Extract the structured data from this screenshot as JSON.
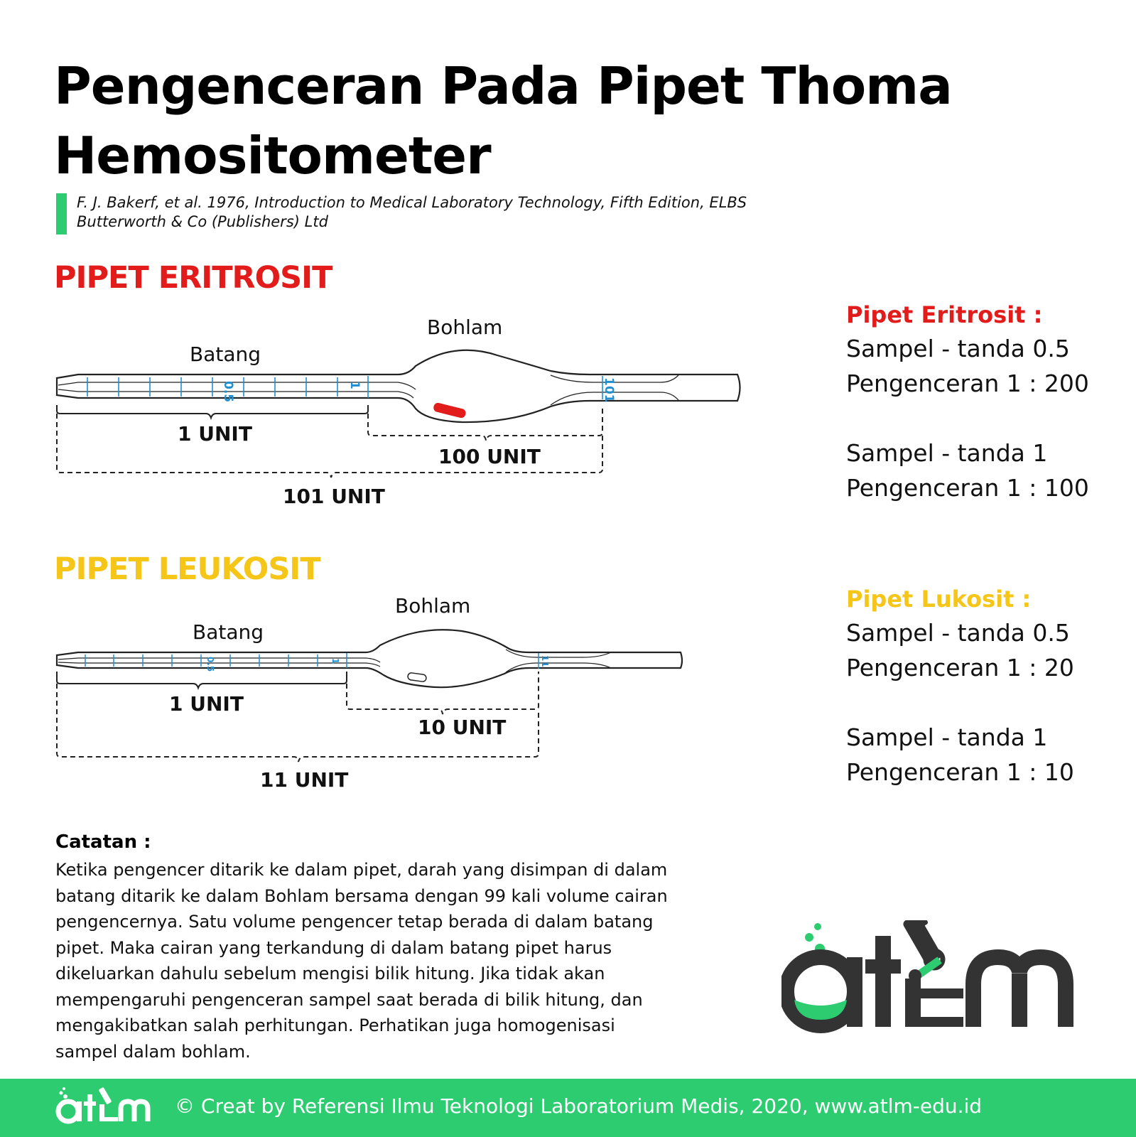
{
  "title": {
    "line1": "Pengenceran Pada Pipet Thoma",
    "line2": "Hemositometer"
  },
  "reference": {
    "line1": "F. J. Bakerf, et al. 1976, Introduction to Medical Laboratory Technology, Fifth Edition, ELBS",
    "line2": "Butterworth & Co (Publishers) Ltd"
  },
  "eritrosit": {
    "heading": "PIPET ERITROSIT",
    "bohlam": "Bohlam",
    "batang": "Batang",
    "mark_half": "0.5",
    "mark_one": "1",
    "mark_end": "101",
    "unit_stem": "1 UNIT",
    "unit_bulb": "100 UNIT",
    "unit_total": "101 UNIT",
    "side_heading": "Pipet Eritrosit :",
    "lines": [
      "Sampel - tanda 0.5",
      "Pengenceran 1 : 200",
      "Sampel - tanda 1",
      "Pengenceran 1 : 100"
    ]
  },
  "leukosit": {
    "heading": "PIPET LEUKOSIT",
    "bohlam": "Bohlam",
    "batang": "Batang",
    "mark_half": "0.5",
    "mark_one": "1",
    "mark_end": "11",
    "unit_stem": "1 UNIT",
    "unit_bulb": "10 UNIT",
    "unit_total": "11 UNIT",
    "side_heading": "Pipet Lukosit :",
    "lines": [
      "Sampel - tanda 0.5",
      "Pengenceran 1 : 20",
      "Sampel - tanda 1",
      "Pengenceran 1 : 10"
    ]
  },
  "catatan": {
    "heading": "Catatan :",
    "body": "Ketika pengencer ditarik ke dalam pipet, darah yang disimpan di dalam batang ditarik ke dalam Bohlam bersama dengan 99 kali volume cairan pengencernya. Satu volume pengencer tetap berada di dalam batang pipet. Maka cairan yang terkandung di dalam batang pipet harus dikeluarkan dahulu sebelum mengisi bilik hitung. Jika tidak akan mempengaruhi pengenceran sampel saat berada di bilik hitung, dan mengakibatkan salah perhitungan. Perhatikan juga homogenisasi sampel dalam bohlam."
  },
  "logo": {
    "text": "atlm"
  },
  "footer": {
    "text": "© Creat by Referensi Ilmu Teknologi Laboratorium Medis, 2020, www.atlm-edu.id"
  },
  "colors": {
    "red": "#e21b1b",
    "yellow": "#f5c518",
    "green": "#2ecc71",
    "blue": "#1f8fd0",
    "dark": "#333333"
  }
}
